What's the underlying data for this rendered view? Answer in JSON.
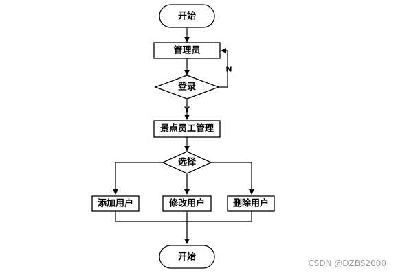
{
  "nodes": {
    "start": "开始",
    "admin": "管理员",
    "login": "登录",
    "staff_mgmt": "景点员工管理",
    "choose": "选择",
    "add_user": "添加用户",
    "edit_user": "修改用户",
    "delete_user": "删除用户",
    "end": "开始"
  },
  "edges": {
    "no": "N",
    "yes": "Y"
  },
  "watermark": "CSDN @DZBS2000"
}
